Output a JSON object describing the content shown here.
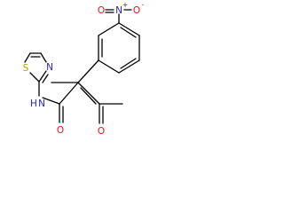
{
  "molecule": {
    "atoms": {
      "n_plus": "N",
      "n_plus_charge": "+",
      "o_minus": "O",
      "o_minus_charge": "-",
      "o_nitro": "O",
      "n_thiazole": "N",
      "s_thiazole": "S",
      "nh_amide": "N",
      "h_amide": "H",
      "o_amide": "O",
      "o_ketone": "O"
    },
    "colors": {
      "bond": "#000000",
      "nitrogen": "#2222dd",
      "oxygen": "#ee1111",
      "sulfur": "#b8a000",
      "carbon_text": "#000000"
    }
  }
}
